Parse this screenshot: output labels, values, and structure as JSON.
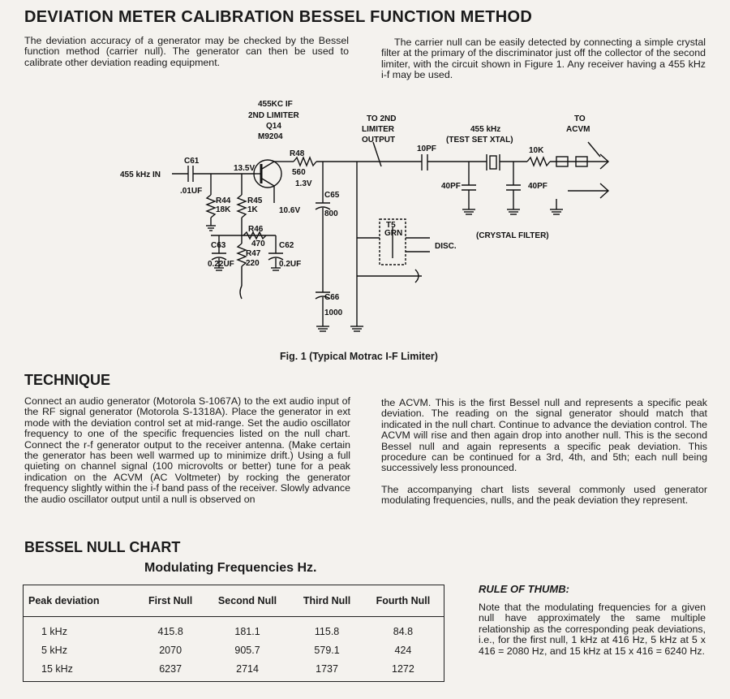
{
  "title": "DEVIATION METER CALIBRATION BESSEL FUNCTION METHOD",
  "intro_left": "The deviation accuracy of a generator may be checked by the Bessel function method (carrier null). The generator can then be used to calibrate other deviation reading equipment.",
  "intro_right": "The carrier null can be easily detected by connecting a simple crystal filter at the primary of the discriminator just off the collector of the second limiter, with the circuit shown in Figure 1. Any receiver having a 455 kHz i-f may be used.",
  "figure": {
    "caption": "Fig. 1 (Typical Motrac I-F Limiter)",
    "transistor_label": [
      "455KC IF",
      "2ND LIMITER",
      "Q14",
      "M9204"
    ],
    "to_2nd_limiter": [
      "TO 2ND",
      "LIMITER",
      "OUTPUT"
    ],
    "xtal_label": [
      "455 kHz",
      "(TEST SET XTAL)"
    ],
    "to_acvm": [
      "TO",
      "ACVM"
    ],
    "input_label": "455 kHz IN",
    "crystal_filter_label": "(CRYSTAL FILTER)",
    "disc_label": "DISC.",
    "t5_label": "T5",
    "grn_label": "GRN",
    "parts": {
      "c61": "C61",
      "c61_val": ".01UF",
      "v135": "13.5V",
      "r48": "R48",
      "r48_val": "560",
      "v13": "1.3V",
      "r44": "R44",
      "r44_val": "18K",
      "r45": "R45",
      "r45_val": "1K",
      "v106": "10.6V",
      "c65": "C65",
      "c65_val": "800",
      "r46": "R46",
      "r46_val": "470",
      "r47": "R47",
      "r47_val": "220",
      "c63": "C63",
      "c63_val": "0.22UF",
      "c62": "C62",
      "c62_val": "0.2UF",
      "c66": "C66",
      "c66_val": "1000",
      "c10pf": "10PF",
      "r10k": "10K",
      "c40a": "40PF",
      "c40b": "40PF"
    }
  },
  "technique": {
    "heading": "TECHNIQUE",
    "left": "Connect an audio generator (Motorola S-1067A) to the ext audio input of the RF signal generator (Motorola S-1318A). Place the generator in ext mode with the deviation control set at mid-range. Set the audio oscillator frequency to one of the specific frequencies listed on the null chart. Connect the r-f generator output to the receiver antenna. (Make certain the generator has been well warmed up to minimize drift.) Using a full quieting on channel signal (100 microvolts or better) tune for a peak indication on the ACVM (AC Voltmeter) by rocking the generator frequency slightly within the i-f band pass of the receiver. Slowly advance the audio oscillator output until a null is observed on",
    "right_p1": "the ACVM. This is the first Bessel null and represents a specific peak deviation. The reading on the signal generator should match that indicated in the null chart. Continue to advance the deviation control. The ACVM will rise and then again drop into another null. This is the second Bessel null and again represents a specific peak deviation. This procedure can be continued for a 3rd, 4th, and 5th; each null being successively less pronounced.",
    "right_p2": "The accompanying chart lists several commonly used generator modulating frequencies, nulls, and the peak deviation they represent."
  },
  "bessel_chart": {
    "heading": "BESSEL NULL CHART",
    "subheading": "Modulating Frequencies Hz.",
    "columns": [
      "Peak deviation",
      "First Null",
      "Second Null",
      "Third Null",
      "Fourth Null"
    ],
    "rows": [
      [
        "1 kHz",
        "415.8",
        "181.1",
        "115.8",
        "84.8"
      ],
      [
        "5 kHz",
        "2070",
        "905.7",
        "579.1",
        "424"
      ],
      [
        "15 kHz",
        "6237",
        "2714",
        "1737",
        "1272"
      ]
    ]
  },
  "rule_of_thumb": {
    "heading": "RULE OF THUMB:",
    "text": "Note that the modulating frequencies for a given null have approximately the same multiple relationship as the corresponding peak deviations, i.e., for the first null, 1 kHz at 416 Hz, 5 kHz at 5 x 416 = 2080 Hz, and 15 kHz at 15 x 416 = 6240 Hz."
  }
}
